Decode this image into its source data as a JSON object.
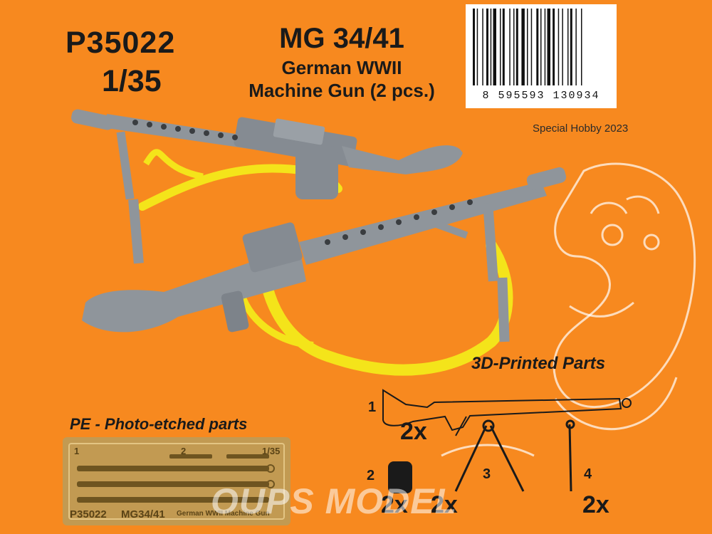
{
  "product": {
    "code": "P35022",
    "scale": "1/35",
    "title": "MG 34/41",
    "subtitle_line1": "German WWII",
    "subtitle_line2": "Machine Gun (2 pcs.)",
    "copyright": "Special Hobby 2023"
  },
  "barcode": {
    "digits": "8 595593 130934"
  },
  "printed_parts": {
    "heading": "3D-Printed Parts",
    "items": [
      {
        "number": "1",
        "quantity": "2x"
      },
      {
        "number": "2",
        "quantity": "2x"
      },
      {
        "number": "3",
        "quantity": "2x"
      },
      {
        "number": "4",
        "quantity": "2x"
      }
    ]
  },
  "photo_etched": {
    "heading": "PE - Photo-etched parts",
    "fret_marks": [
      "1",
      "2",
      "1/35"
    ],
    "fret_code": "P35022",
    "fret_name": "MG34/41",
    "fret_desc": "German WWII Machine Gun"
  },
  "watermark": "OUPS MODEL",
  "colors": {
    "background": "#f7891f",
    "gun_metal": "#8f959b",
    "sling": "#f4e41a",
    "fret_brass": "#c29a52"
  }
}
